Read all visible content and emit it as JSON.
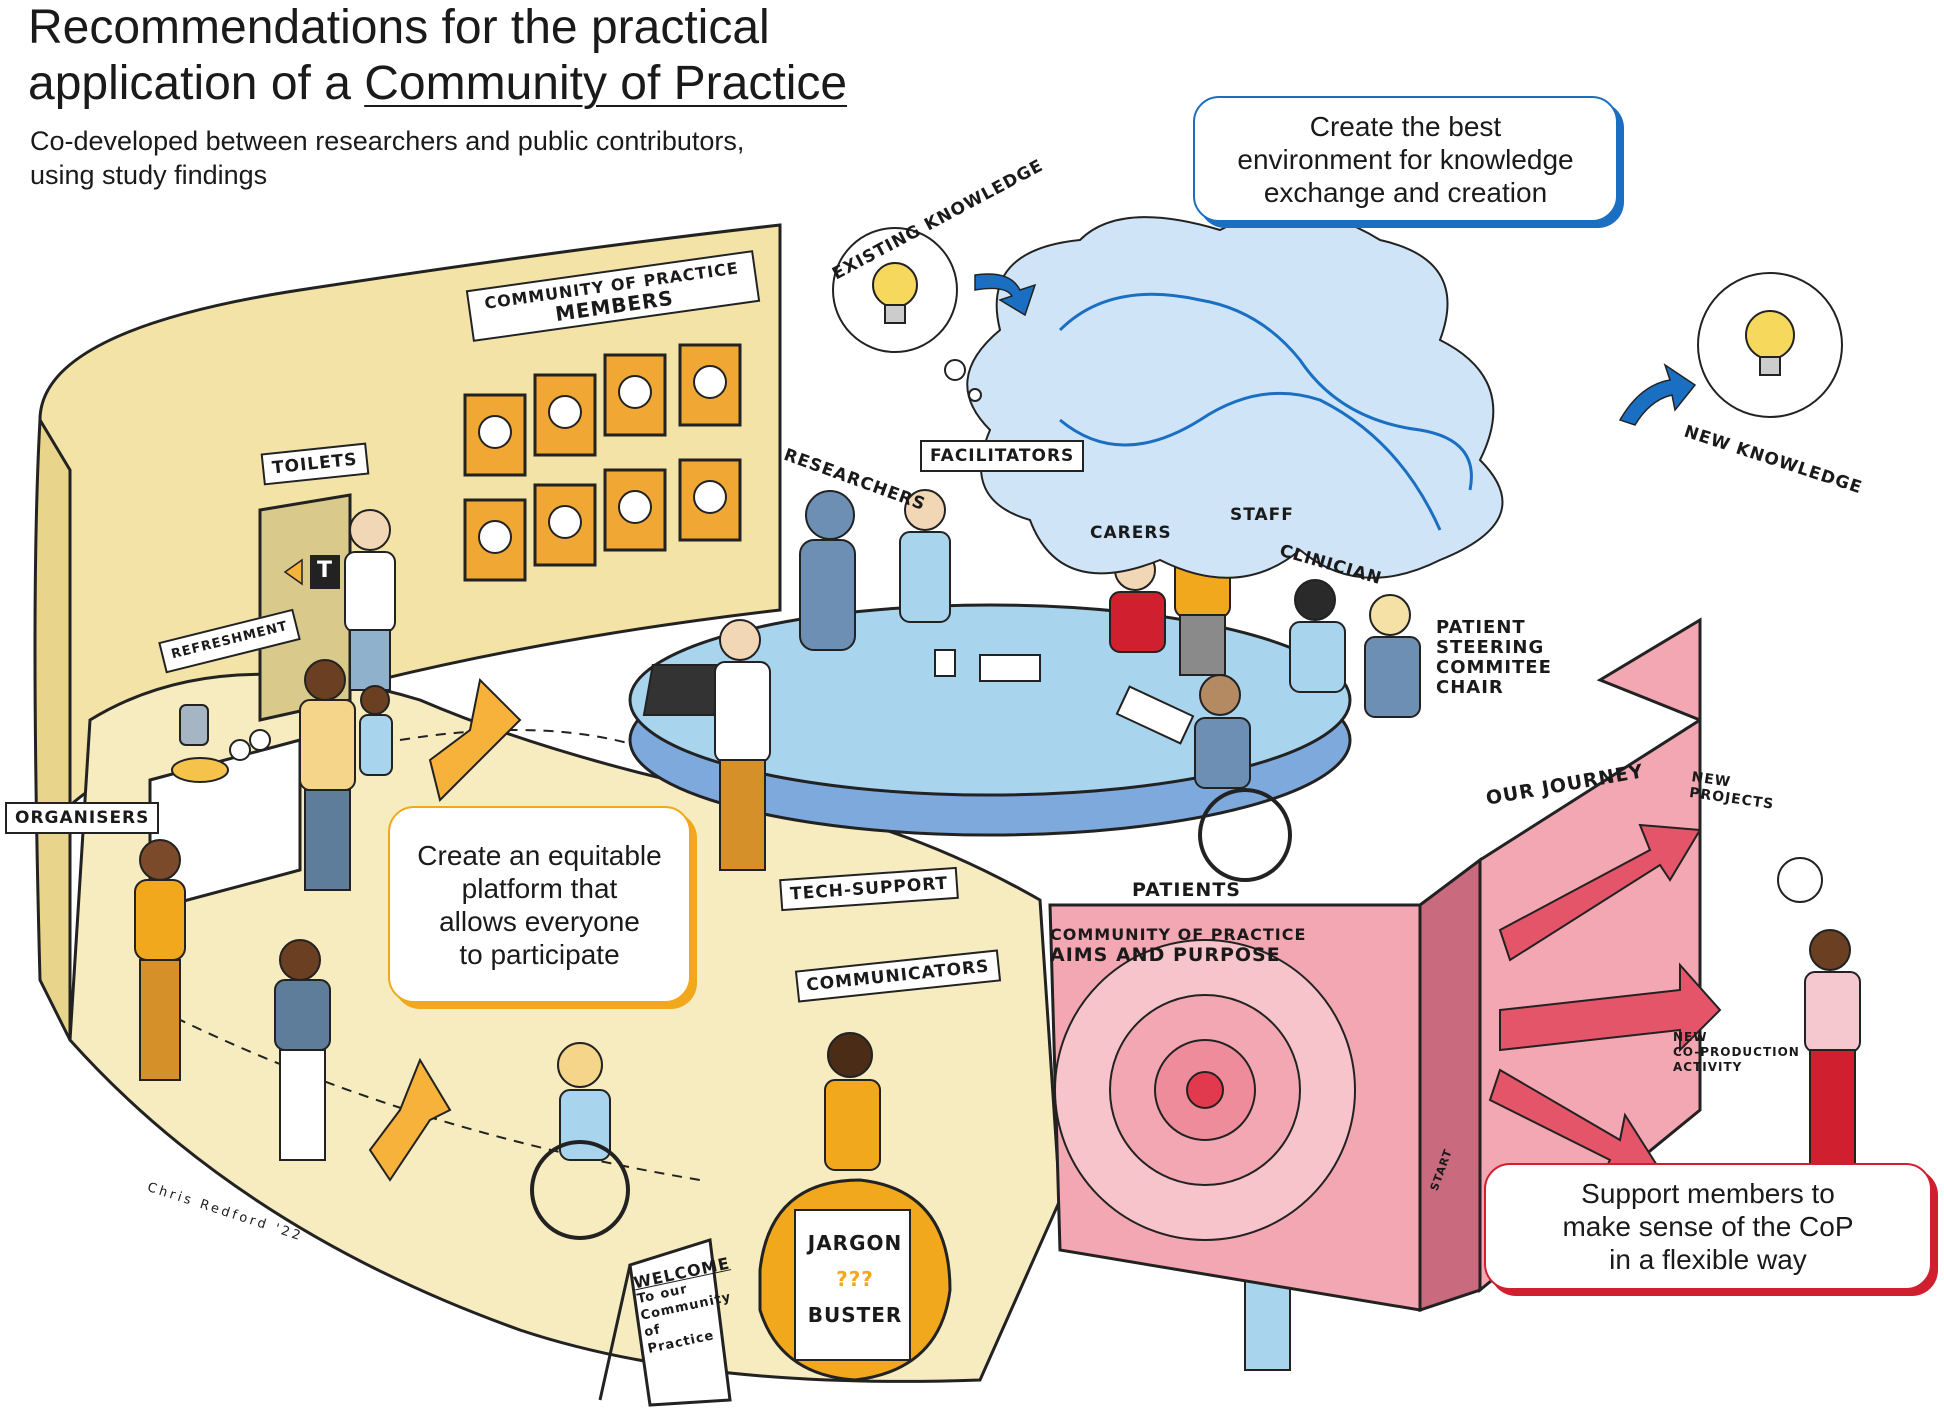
{
  "title": {
    "line1": "Recommendations for the practical",
    "line2_prefix": "application of a ",
    "line2_underlined": "Community of Practice"
  },
  "subtitle": {
    "line1": "Co-developed between researchers and public contributors,",
    "line2": "using study findings"
  },
  "callouts": {
    "environment": [
      "Create the best",
      "environment for knowledge",
      "exchange and creation"
    ],
    "platform": [
      "Create an equitable",
      "platform that",
      "allows everyone",
      "to participate"
    ],
    "support": [
      "Support members to",
      "make sense of the CoP",
      "in a flexible way"
    ]
  },
  "labels": {
    "existing_knowledge": "Existing knowledge",
    "new_knowledge": "New knowledge",
    "members_board_line1": "Community of Practice",
    "members_board_line2": "Members",
    "toilets": "Toilets",
    "toilet_sign": "T",
    "refreshment": "Refreshment",
    "organisers": "Organisers",
    "researchers": "Researchers",
    "facilitators": "Facilitators",
    "carers": "Carers",
    "staff": "Staff",
    "clinician": "Clinician",
    "patient_chair": [
      "Patient",
      "Steering",
      "Commitee",
      "Chair"
    ],
    "tech_support": "Tech-support",
    "patients": "Patients",
    "communicators": "Communicators",
    "jargon": "Jargon",
    "jargon_mid": "???",
    "buster": "Buster",
    "welcome": "Welcome",
    "welcome_sub": [
      "To our",
      "Community",
      "of Practice"
    ],
    "aims_line1": "Community of Practice",
    "aims_line2": "Aims and Purpose",
    "our_journey": "Our Journey",
    "new_projects": [
      "New",
      "Projects"
    ],
    "new_coproduction": [
      "New",
      "Co-production",
      "Activity"
    ],
    "start": "Start",
    "credit": "Chris Redford '22"
  },
  "colors": {
    "blue_accent": "#1a6fc2",
    "orange_accent": "#f2a81d",
    "red_accent": "#d01f2f",
    "floor": "#f6ecc0",
    "wall": "#f3e3a6",
    "table": "#a9d4ee",
    "pink_panel": "#f3a7b3",
    "cloud": "#cfe5f7"
  }
}
